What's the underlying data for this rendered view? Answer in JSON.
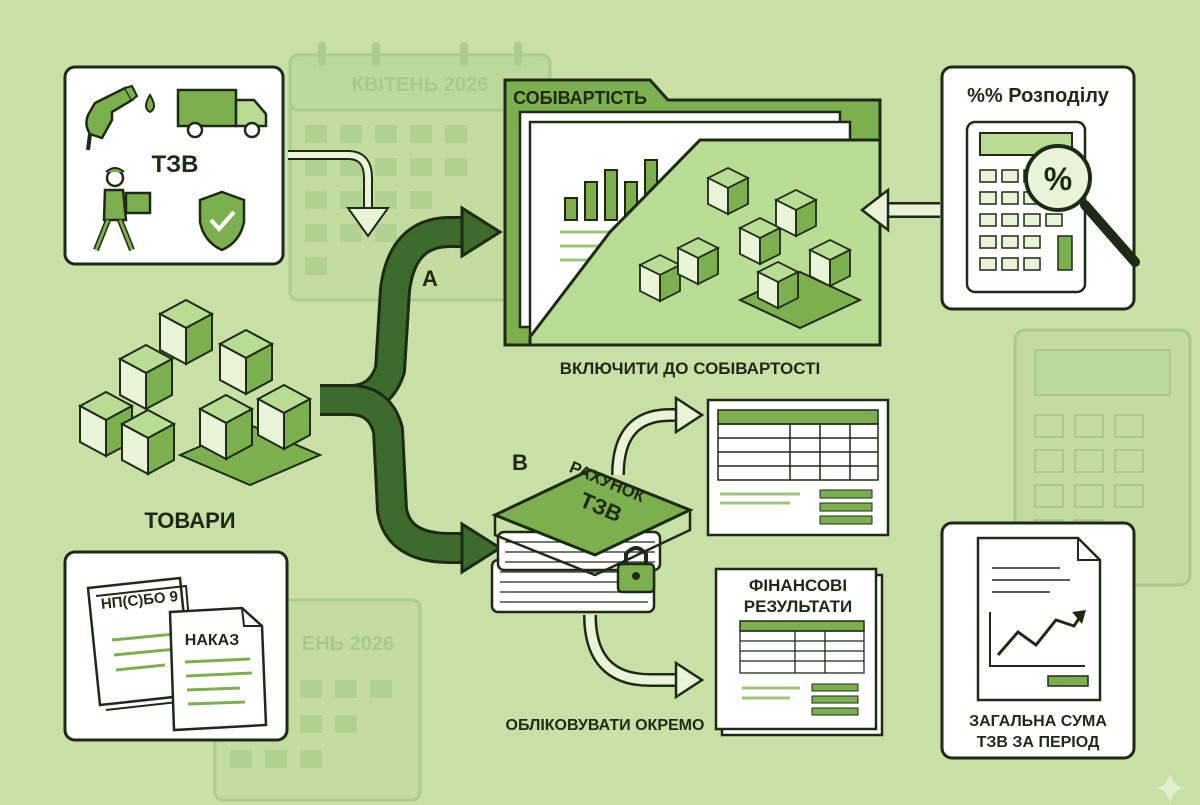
{
  "calendar": {
    "label_top": "КВІТЕНЬ 2026",
    "label_bottom": "ЕНЬ 2026"
  },
  "tzv_card": {
    "title": "ТЗВ"
  },
  "goods": {
    "label": "ТОВАРИ"
  },
  "cost_folder": {
    "title": "СОБІВАРТІСТЬ",
    "caption": "ВКЛЮЧИТИ ДО СОБІВАРТОСТІ"
  },
  "distribution": {
    "title": "%% Розподілу"
  },
  "branches": {
    "a": "A",
    "b": "B"
  },
  "ledger": {
    "line1": "РАХУНОК",
    "line2": "ТЗВ",
    "caption": "ОБЛІКОВУВАТИ ОКРЕМО"
  },
  "fin_results": {
    "line1": "ФІНАНСОВІ",
    "line2": "РЕЗУЛЬТАТИ"
  },
  "docs": {
    "doc1": "НП(С)БО 9",
    "doc2": "НАКАЗ"
  },
  "total_card": {
    "line1": "ЗАГАЛЬНА СУМА",
    "line2": "ТЗВ ЗА ПЕРІОД"
  },
  "colors": {
    "background": "#c8e0a6",
    "accent": "#7cb04e",
    "dark_green": "#3d6b2c",
    "ink": "#1e2a16"
  }
}
